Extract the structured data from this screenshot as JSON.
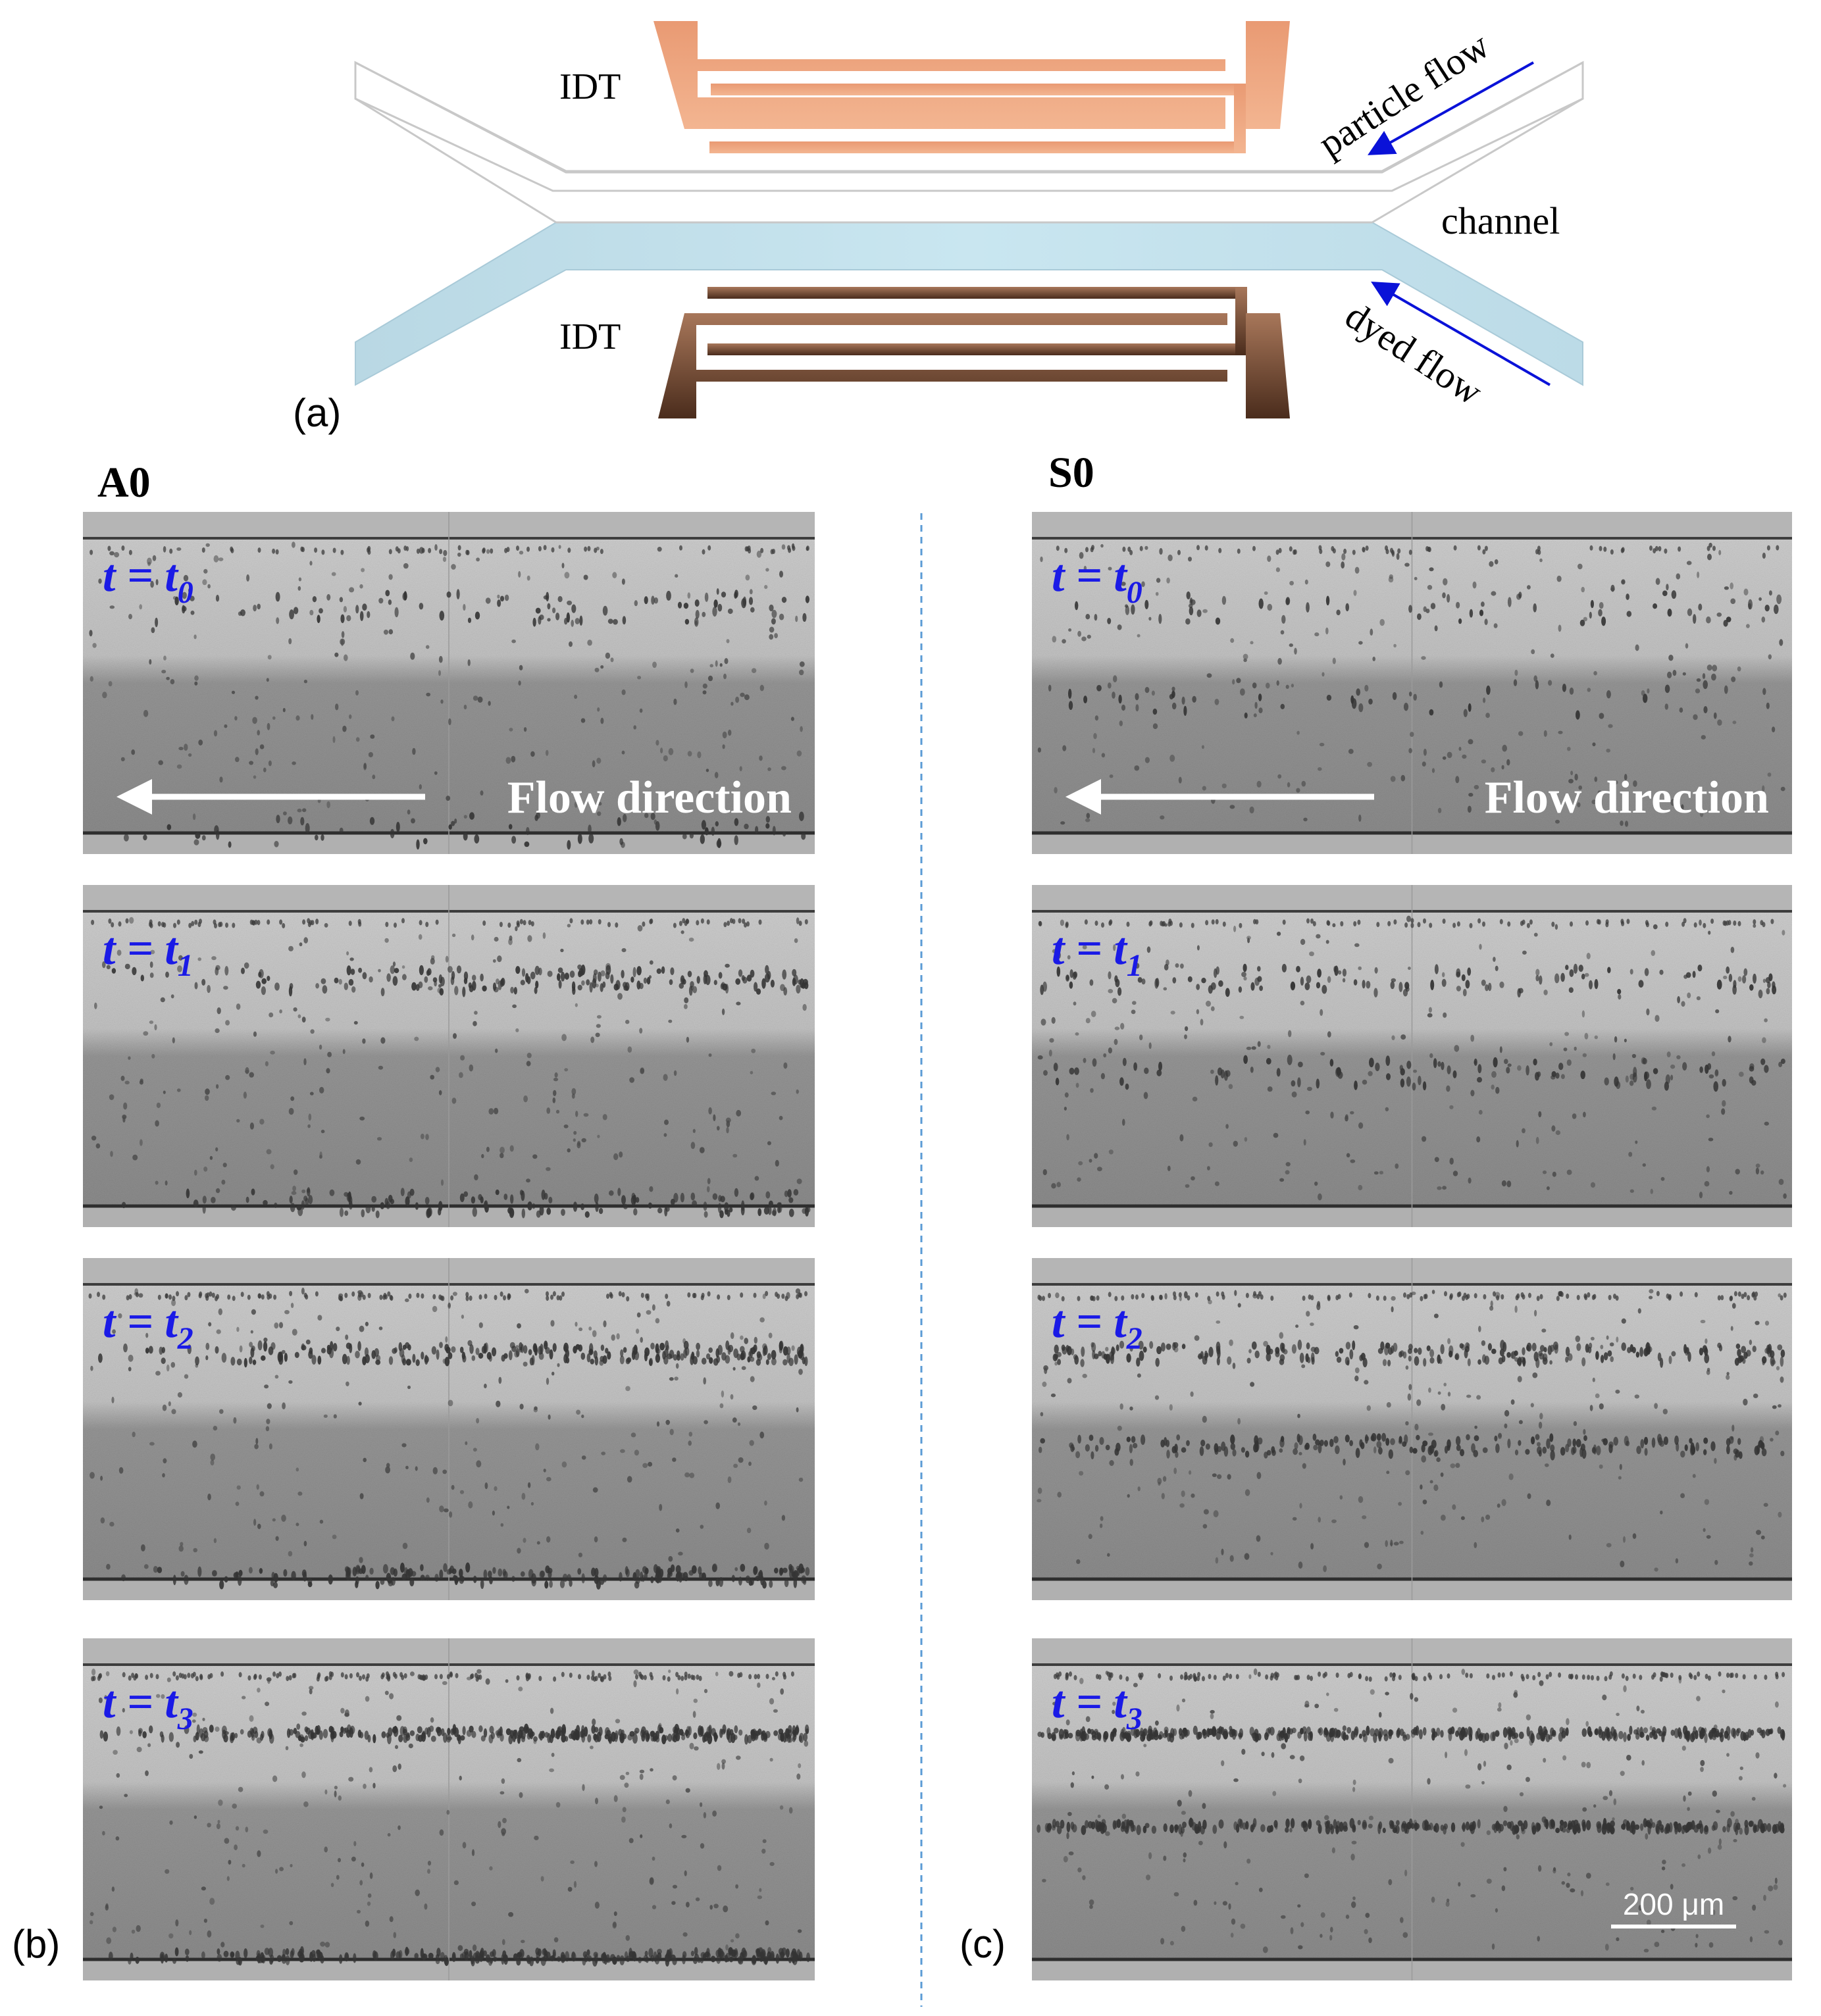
{
  "schematic": {
    "idt_top_label": "IDT",
    "idt_bottom_label": "IDT",
    "channel_label": "channel",
    "particle_flow_label": "particle flow",
    "dyed_flow_label": "dyed flow",
    "panel_label": "(a)",
    "colors": {
      "idt_top": "#eca57f",
      "idt_bottom_light": "#a8775a",
      "idt_bottom_dark": "#4a2c1c",
      "dyed_stream": "#c4e1ec",
      "arrow": "#0a12d8"
    }
  },
  "columns": [
    {
      "id": "A0",
      "title": "A0",
      "panel_label": "(b)",
      "frames": [
        {
          "t_main": "t = t",
          "t_sub": "0",
          "flow_label": "Flow direction",
          "band_level": 0.22
        },
        {
          "t_main": "t = t",
          "t_sub": "1",
          "flow_label": "",
          "band_level": 0.45
        },
        {
          "t_main": "t = t",
          "t_sub": "2",
          "flow_label": "",
          "band_level": 0.62
        },
        {
          "t_main": "t = t",
          "t_sub": "3",
          "flow_label": "",
          "band_level": 0.85
        }
      ]
    },
    {
      "id": "S0",
      "title": "S0",
      "panel_label": "(c)",
      "scale_bar": "200 μm",
      "frames": [
        {
          "t_main": "t = t",
          "t_sub": "0",
          "flow_label": "Flow direction",
          "band_level": 0.15
        },
        {
          "t_main": "t = t",
          "t_sub": "1",
          "flow_label": "",
          "band_level": 0.3
        },
        {
          "t_main": "t = t",
          "t_sub": "2",
          "flow_label": "",
          "band_level": 0.6
        },
        {
          "t_main": "t = t",
          "t_sub": "3",
          "flow_label": "",
          "band_level": 0.95
        }
      ]
    }
  ],
  "colors": {
    "time_label": "#1a1ae6",
    "divider": "#5b9bd5",
    "micrograph_light": "#d9d9d9",
    "micrograph_dark": "#7d7d7d",
    "particle": "#3a3a3a"
  }
}
